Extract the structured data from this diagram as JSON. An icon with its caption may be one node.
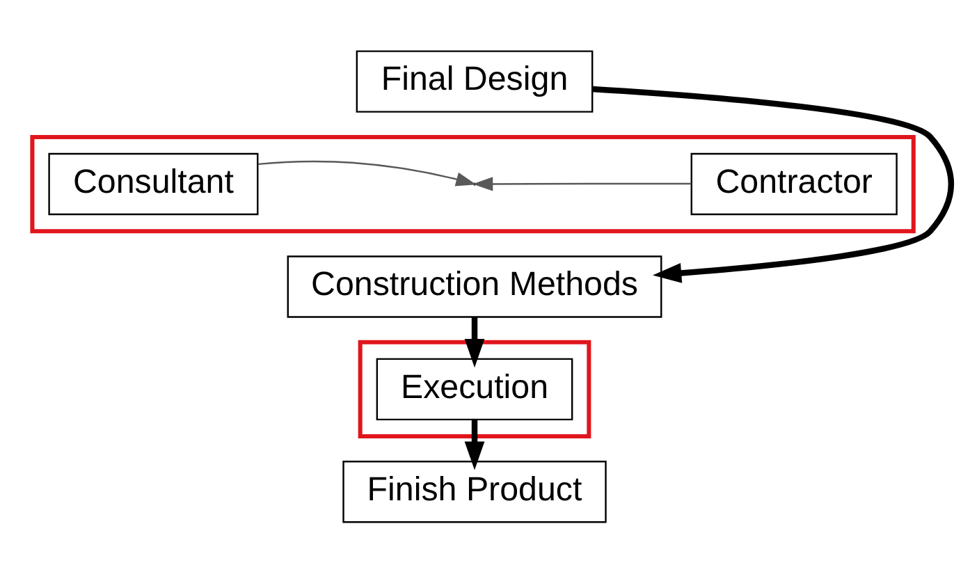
{
  "diagram": {
    "nodes": [
      {
        "text": [
          "Final Design"
        ]
      },
      {
        "text": [],
        "shape": "box"
      },
      {
        "text": [
          "Consultant"
        ],
        "in": 1
      },
      {
        "text": [
          "Contractor"
        ],
        "in": 1
      },
      {
        "text": [
          "Construction Methods"
        ]
      },
      {
        "text": [],
        "shape": "box"
      },
      {
        "text": [
          "Execution"
        ],
        "in": 5
      },
      {
        "text": [
          "Finish Product"
        ]
      }
    ],
    "edges": [
      {
        "from": 0,
        "to": 4,
        "arrow": "to"
      },
      {
        "from": 2,
        "to": null,
        "arrow": "to",
        "color": "#595959"
      },
      {
        "from": 3,
        "to": null,
        "arrow": "to",
        "color": "#595959"
      },
      {
        "from": 4,
        "to": 6,
        "arrow": "to"
      },
      {
        "from": 6,
        "to": 7,
        "arrow": "to"
      }
    ]
  }
}
